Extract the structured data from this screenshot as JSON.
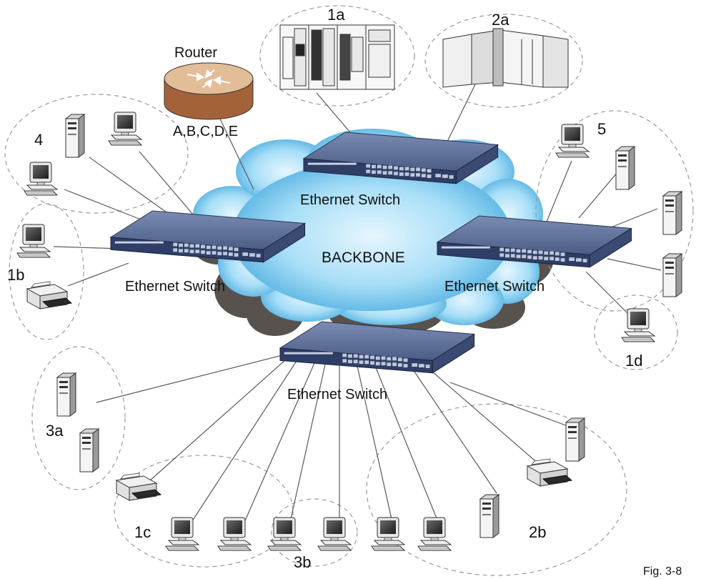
{
  "labels": {
    "backbone": "BACKBONE",
    "router": "Router",
    "router_networks": "A,B,C,D,E",
    "switch_top": "Ethernet Switch",
    "switch_left": "Ethernet Switch",
    "switch_right": "Ethernet Switch",
    "switch_bottom": "Ethernet Switch",
    "group_1a": "1a",
    "group_2a": "2a",
    "group_4": "4",
    "group_5": "5",
    "group_1b": "1b",
    "group_1d": "1d",
    "group_3a": "3a",
    "group_1c": "1c",
    "group_3b": "3b",
    "group_2b": "2b",
    "figure": "Fig. 3-8"
  },
  "colors": {
    "cloud_light": "#e6f6fe",
    "cloud_mid": "#8fd3f4",
    "cloud_dark": "#3fa6dc",
    "cloud_shadow": "#58524e",
    "switch_top": "#5c6f97",
    "switch_front": "#2e3e66",
    "router_body": "#a4623a",
    "router_top": "#e3bd98",
    "dashed_ring": "#9a9a9a",
    "link_line": "#5a5a5a"
  },
  "icons": {
    "switch": "ethernet-switch-icon",
    "router": "router-icon",
    "workstation": "desktop-computer-icon",
    "server": "tower-server-icon",
    "printer": "printer-icon",
    "rack": "rack-cabinet-icon",
    "mainframe": "mainframe-icon"
  }
}
